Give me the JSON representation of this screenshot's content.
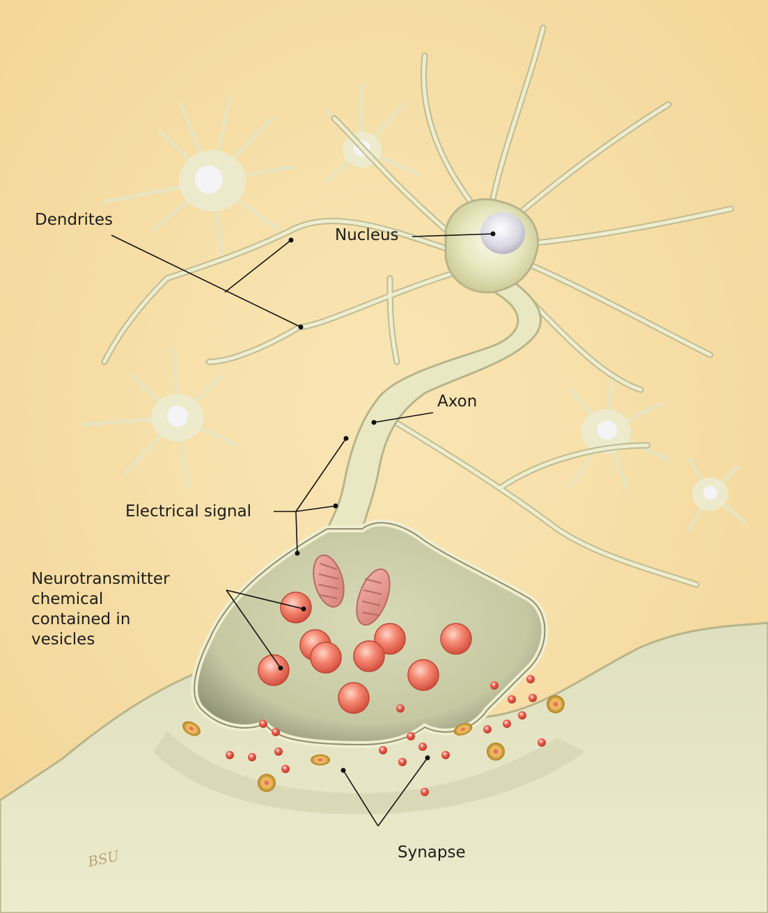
{
  "labels": {
    "dendrites": "Dendrites",
    "nucleus": "Nucleus",
    "axon": "Axon",
    "electrical_signal": "Electrical signal",
    "neurotransmitter": "Neurotransmitter\nchemical\ncontained in\nvesicles",
    "synapse": "Synapse"
  },
  "signature": "BSU",
  "colors": {
    "background": "#f7dfa6",
    "neuron_fill": "#ecebc4",
    "neuron_outline": "#b8b48a",
    "vesicle": "#ef7f6b",
    "leader_line": "#111111"
  }
}
